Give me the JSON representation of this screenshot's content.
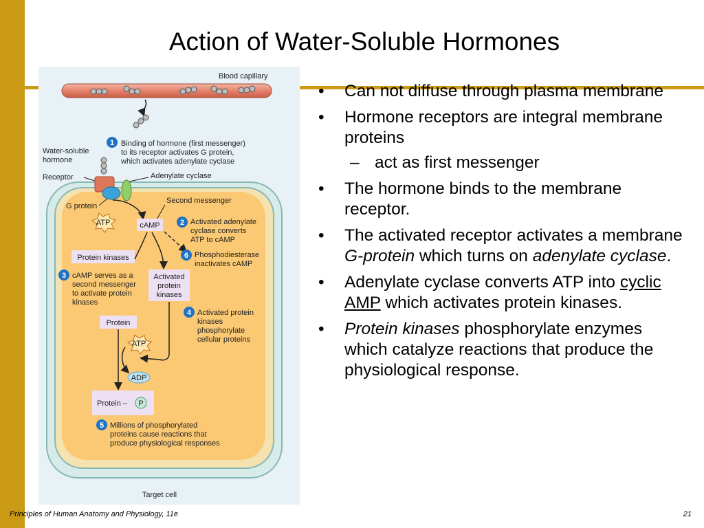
{
  "title": "Action of Water-Soluble Hormones",
  "footer": {
    "left": "Principles of Human Anatomy and Physiology, 11e",
    "right": "21"
  },
  "bullets": {
    "b1": "Can not diffuse through plasma membrane",
    "b2": "Hormone receptors are integral membrane proteins",
    "b2_sub": "act as first messenger",
    "b3": "The hormone binds to the membrane receptor.",
    "b4_pre": "The activated receptor activates a membrane ",
    "b4_em1": "G-protein",
    "b4_mid": " which turns on ",
    "b4_em2": "adenylate cyclase",
    "b4_post": ".",
    "b5_pre": "Adenylate cyclase converts ATP into ",
    "b5_u": "cyclic AMP",
    "b5_post": " which activates protein kinases.",
    "b6_em": "Protein kinases",
    "b6_post": " phosphorylate enzymes which catalyze reactions that produce the physiological response."
  },
  "diagram": {
    "blood_capillary": "Blood capillary",
    "water_soluble_l1": "Water-soluble",
    "water_soluble_l2": "hormone",
    "receptor": "Receptor",
    "g_protein": "G protein",
    "adenylate_cyclase": "Adenylate cyclase",
    "second_messenger": "Second messenger",
    "atp": "ATP",
    "camp": "cAMP",
    "protein_kinases": "Protein kinases",
    "activated_pk_l1": "Activated",
    "activated_pk_l2": "protein",
    "activated_pk_l3": "kinases",
    "protein": "Protein",
    "adp": "ADP",
    "protein_p": "Protein –",
    "p": "P",
    "target_cell": "Target cell",
    "step1": {
      "num": "1",
      "l1": "Binding of hormone (first messenger)",
      "l2": "to its receptor activates G protein,",
      "l3": "which activates adenylate cyclase"
    },
    "step2": {
      "num": "2",
      "l1": "Activated adenylate",
      "l2": "cyclase converts",
      "l3": "ATP to cAMP"
    },
    "step3": {
      "num": "3",
      "l1": "cAMP serves as a",
      "l2": "second messenger",
      "l3": "to activate protein",
      "l4": "kinases"
    },
    "step4": {
      "num": "4",
      "l1": "Activated protein",
      "l2": "kinases",
      "l3": "phosphorylate",
      "l4": "cellular proteins"
    },
    "step5": {
      "num": "5",
      "l1": "Millions of phosphorylated",
      "l2": "proteins cause reactions that",
      "l3": "produce physiological responses"
    },
    "step6": {
      "num": "6",
      "l1": "Phosphodiesterase",
      "l2": "inactivates cAMP"
    }
  }
}
